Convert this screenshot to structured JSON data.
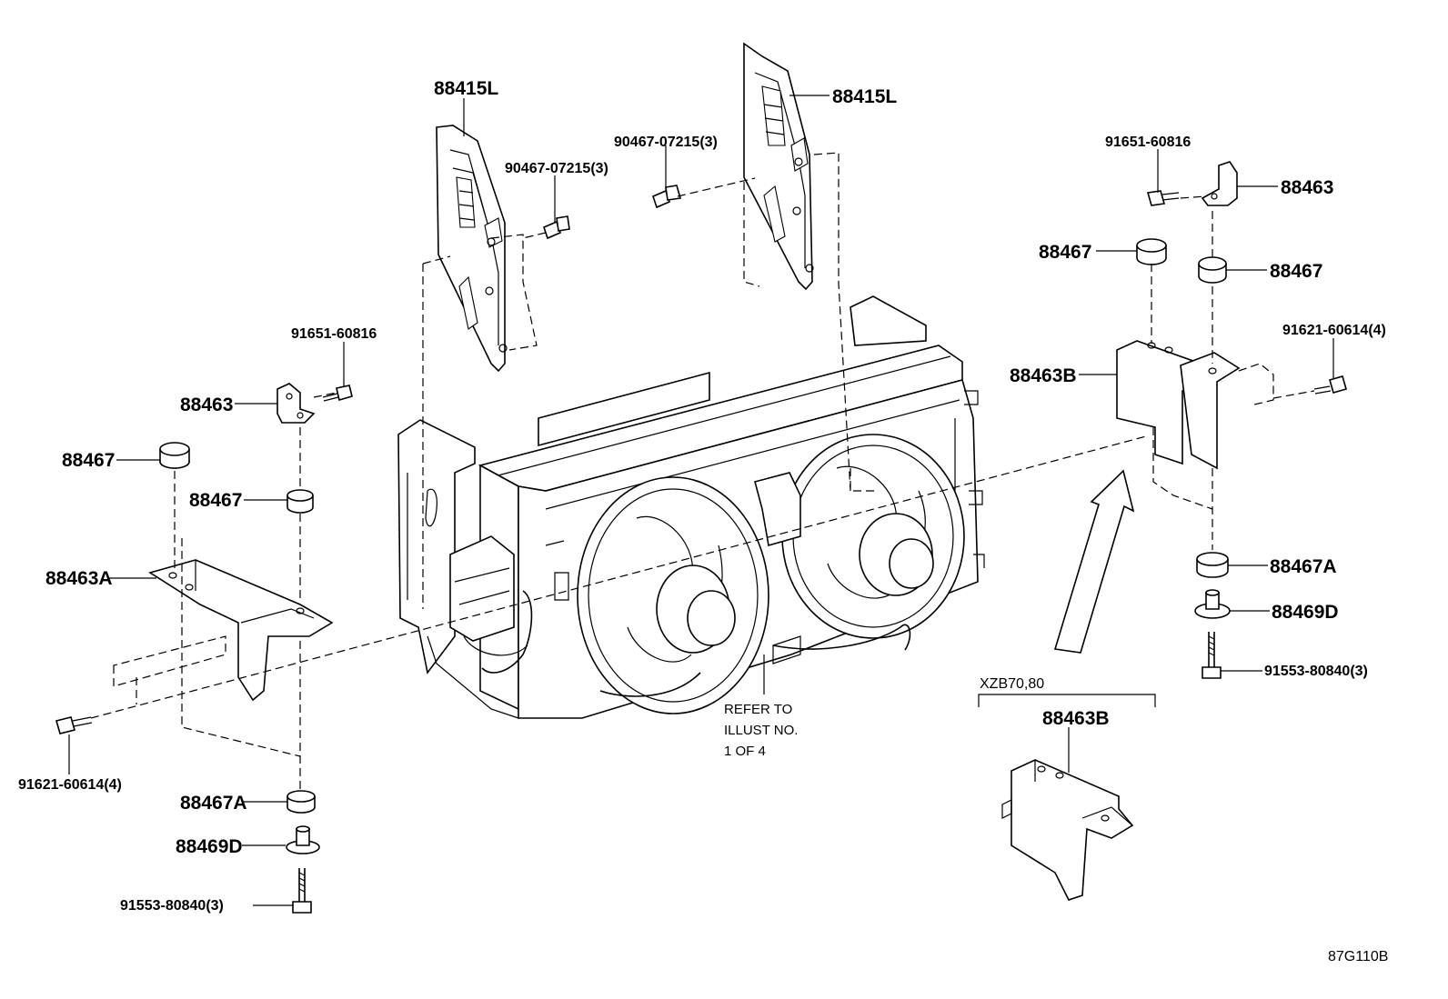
{
  "diagram_id": "87G110B",
  "variant": "XZB70,80",
  "refer_note": {
    "line1": "REFER TO",
    "line2": "ILLUST NO.",
    "line3": "1 OF 4"
  },
  "labels": {
    "p88415L_left": "88415L",
    "p88415L_right": "88415L",
    "p90467_left": "90467-07215(3)",
    "p90467_right": "90467-07215(3)",
    "p91651_left": "91651-60816",
    "p91651_right": "91651-60816",
    "p88463_left": "88463",
    "p88463_right": "88463",
    "p88467_left_top": "88467",
    "p88467_left_mid": "88467",
    "p88467_right_top": "88467",
    "p88467_right_mid": "88467",
    "p88463A": "88463A",
    "p88463B_main": "88463B",
    "p88463B_variant": "88463B",
    "p91621_left": "91621-60614(4)",
    "p91621_right": "91621-60614(4)",
    "p88467A_left": "88467A",
    "p88467A_right": "88467A",
    "p88469D_left": "88469D",
    "p88469D_right": "88469D",
    "p91553_left": "91553-80840(3)",
    "p91553_right": "91553-80840(3)"
  }
}
